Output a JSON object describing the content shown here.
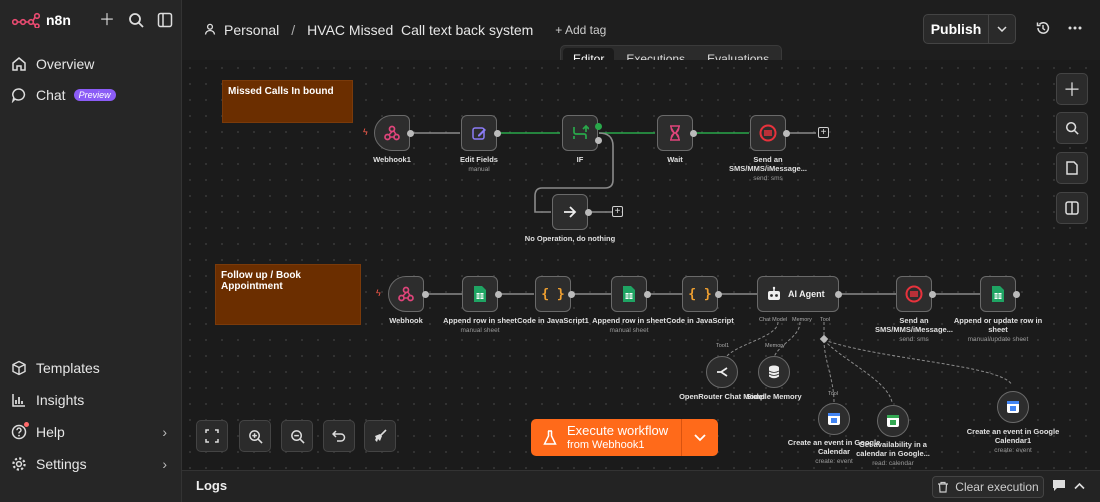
{
  "app": {
    "name": "n8n"
  },
  "sidebar": {
    "nav": [
      {
        "label": "Overview"
      },
      {
        "label": "Chat",
        "badge": "Preview"
      }
    ],
    "bottom": [
      {
        "label": "Templates"
      },
      {
        "label": "Insights"
      },
      {
        "label": "Help"
      },
      {
        "label": "Settings"
      }
    ]
  },
  "header": {
    "project": "Personal",
    "separator": "/",
    "workflow_name": "HVAC Missed  Call text back system",
    "add_tag": "+ Add tag",
    "publish": "Publish",
    "tabs": [
      "Editor",
      "Executions",
      "Evaluations"
    ],
    "active_tab": "Editor"
  },
  "canvas": {
    "stickies": [
      {
        "text": "Missed Calls In bound"
      },
      {
        "text": "Follow up / Book Appointment"
      }
    ],
    "nodes": {
      "webhook1": {
        "label": "Webhook1"
      },
      "edit_fields": {
        "label": "Edit Fields",
        "sub": "manual"
      },
      "if": {
        "label": "IF"
      },
      "wait": {
        "label": "Wait"
      },
      "send_sms_1": {
        "label": "Send an SMS/MMS/iMessage...",
        "sub": "send: sms"
      },
      "noop": {
        "label": "No Operation, do nothing"
      },
      "webhook": {
        "label": "Webhook"
      },
      "append_row_1": {
        "label": "Append row in sheet",
        "sub": "manual sheet"
      },
      "code_js1": {
        "label": "Code in JavaScript1"
      },
      "append_row_2": {
        "label": "Append row in sheet",
        "sub": "manual sheet"
      },
      "code_js": {
        "label": "Code in JavaScript"
      },
      "ai_agent": {
        "label": "AI Agent",
        "ports": [
          "Chat Model",
          "Memory",
          "Tool"
        ]
      },
      "send_sms_2": {
        "label": "Send an SMS/MMS/iMessage...",
        "sub": "send: sms"
      },
      "append_update": {
        "label": "Append or update row in sheet",
        "sub": "manual/update sheet"
      },
      "openrouter": {
        "label": "OpenRouter Chat Model"
      },
      "memory": {
        "label": "Simple Memory"
      },
      "cal_create": {
        "label": "Create an event in Google Calendar",
        "sub": "create: event"
      },
      "cal_avail": {
        "label": "Get availability in a calendar in Google...",
        "sub": "read: calendar"
      },
      "cal_create1": {
        "label": "Create an event in Google Calendar1",
        "sub": "create: event"
      }
    },
    "edge_labels": {
      "tool1": "Tool1",
      "memory": "Memory",
      "tool": "Tool"
    },
    "execute": {
      "line1": "Execute workflow",
      "line2": "from Webhook1"
    }
  },
  "logs": {
    "title": "Logs",
    "clear": "Clear execution"
  },
  "colors": {
    "accent": "#ff6a1a",
    "success_wire": "#29a84a",
    "sticky": "#6b2e00",
    "badge": "#8b5cf6"
  }
}
